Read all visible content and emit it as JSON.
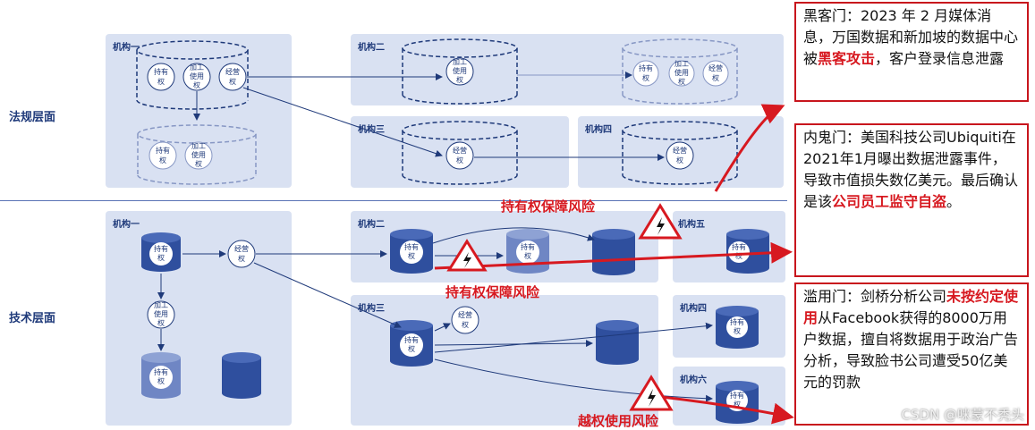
{
  "layers": {
    "legal": "法规层面",
    "tech": "技术层面"
  },
  "institutions": {
    "top_one": "机构一",
    "top_two": "机构二",
    "top_three": "机构三",
    "top_four": "机构四",
    "bot_one": "机构一",
    "bot_two": "机构二",
    "bot_three": "机构三",
    "bot_four": "机构四",
    "bot_five": "机构五",
    "bot_six": "机构六"
  },
  "rights": {
    "hold": [
      "持有",
      "权"
    ],
    "process": [
      "加工",
      "使用",
      "权"
    ],
    "operate": [
      "经营",
      "权"
    ]
  },
  "risks": {
    "r1": "持有权保障风险",
    "r2": "持有权保障风险",
    "r3": "越权使用风险"
  },
  "notes": {
    "hacker": {
      "lead": "黑客门：2023 年 2 月媒体消息，万国数据和新加坡的数据中心被",
      "red": "黑客攻击",
      "tail": "，客户登录信息泄露"
    },
    "insider": {
      "lead": "内鬼门：美国科技公司Ubiquiti在2021年1月曝出数据泄露事件，导致市值损失数亿美元。最后确认是该",
      "red": "公司员工监守自盗",
      "tail": "。"
    },
    "abuse": {
      "lead": "滥用门：剑桥分析公司",
      "red": "未按约定使用",
      "tail": "从Facebook获得的8000万用户数据，擅自将数据用于政治广告分析，导致脸书公司遭受50亿美元的罚款"
    }
  },
  "watermark": "CSDN @咪蒙不秃头",
  "colors": {
    "panel": "#d9e1f2",
    "cylinder": "#2f4f9e",
    "risk": "#d71920",
    "arrow": "#1f3a7a"
  }
}
